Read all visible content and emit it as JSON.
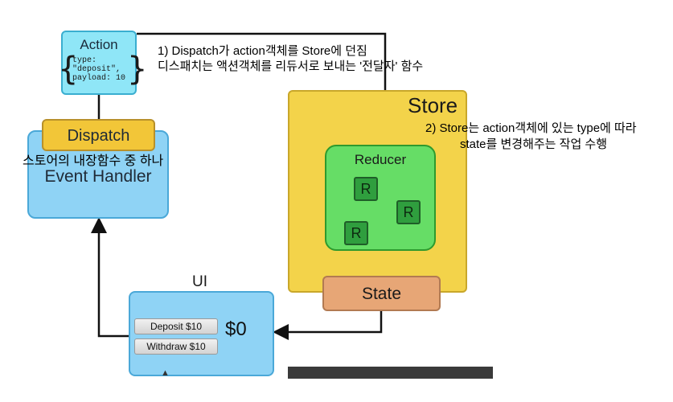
{
  "action": {
    "title": "Action",
    "code": "type:\n\"deposit\",\npayload: 10",
    "brace_open": "{",
    "brace_close": "}"
  },
  "dispatch": {
    "label": "Dispatch",
    "note": "스토어의 내장함수 중 하나"
  },
  "event_handler": {
    "label": "Event Handler"
  },
  "ui": {
    "title": "UI",
    "deposit_button": "Deposit $10",
    "withdraw_button": "Withdraw $10",
    "balance": "$0"
  },
  "store": {
    "label": "Store",
    "reducer_label": "Reducer",
    "r_items": [
      "R",
      "R",
      "R"
    ],
    "state_label": "State"
  },
  "annotations": {
    "step1_line1": "1) Dispatch가 action객체를 Store에 던짐",
    "step1_line2": "디스패치는 액션객체를 리듀서로 보내는 '전달자' 함수",
    "step2_line1": "2) Store는 action객체에 있는 type에 따라",
    "step2_line2": "state를 변경해주는 작업 수행"
  },
  "colors": {
    "action_fill": "#8fe6f7",
    "dispatch_fill": "#f2c638",
    "event_fill": "#8fd3f5",
    "store_fill": "#f3d34a",
    "reducer_fill": "#66dd66",
    "r_fill": "#2f9e3e",
    "state_fill": "#e7a676",
    "arrow": "#111111"
  }
}
